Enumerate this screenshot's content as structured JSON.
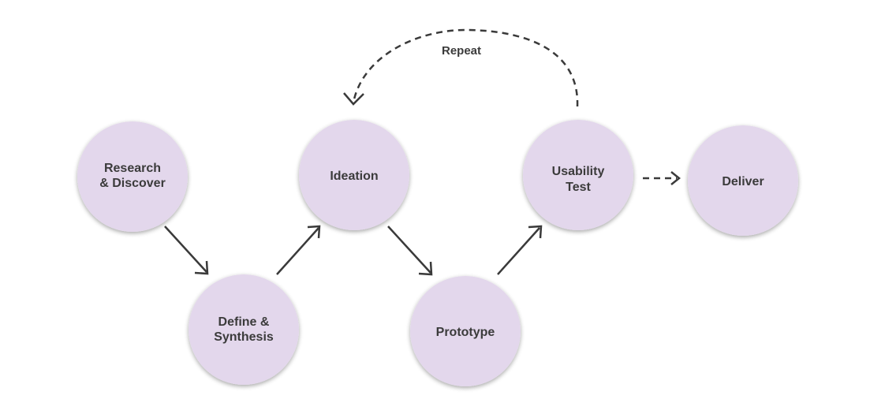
{
  "colors": {
    "node_fill": "#e3d7ec",
    "node_shadow": "#c9c9c9",
    "arrow": "#3a3a3a",
    "text": "#3b3b3b"
  },
  "nodes": [
    {
      "id": "research",
      "lines": [
        "Research",
        "& Discover"
      ]
    },
    {
      "id": "define",
      "lines": [
        "Define &",
        "Synthesis"
      ]
    },
    {
      "id": "ideation",
      "lines": [
        "Ideation"
      ]
    },
    {
      "id": "prototype",
      "lines": [
        "Prototype"
      ]
    },
    {
      "id": "usability",
      "lines": [
        "Usability",
        "Test"
      ]
    },
    {
      "id": "deliver",
      "lines": [
        "Deliver"
      ]
    }
  ],
  "edges": [
    {
      "from": "research",
      "to": "define",
      "style": "solid"
    },
    {
      "from": "define",
      "to": "ideation",
      "style": "solid"
    },
    {
      "from": "ideation",
      "to": "prototype",
      "style": "solid"
    },
    {
      "from": "prototype",
      "to": "usability",
      "style": "solid"
    },
    {
      "from": "usability",
      "to": "deliver",
      "style": "dashed"
    },
    {
      "from": "usability",
      "to": "ideation",
      "style": "dashed-curve"
    }
  ],
  "loop_label": "Repeat"
}
